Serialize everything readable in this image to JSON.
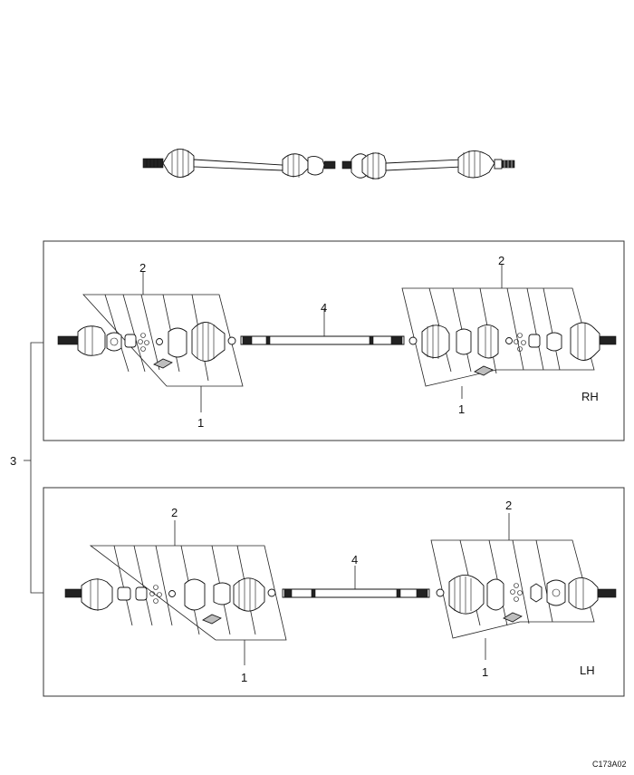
{
  "panels": {
    "rh": {
      "side_label": "RH"
    },
    "lh": {
      "side_label": "LH"
    }
  },
  "callouts": {
    "one": "1",
    "two": "2",
    "three": "3",
    "four": "4"
  },
  "figure_code": "C173A02"
}
